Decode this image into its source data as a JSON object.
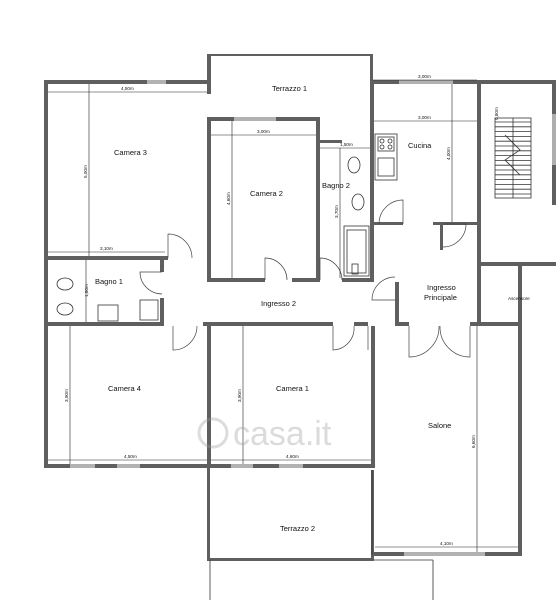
{
  "rooms": {
    "terrazzo1": "Terrazzo 1",
    "camera3": "Camera 3",
    "camera2": "Camera 2",
    "bagno2": "Bagno 2",
    "cucina": "Cucina",
    "bagno1": "Bagno 1",
    "ingresso2": "Ingresso 2",
    "ingresso_principale_1": "Ingresso",
    "ingresso_principale_2": "Principale",
    "ascensore": "Ascensore",
    "camera4": "Camera 4",
    "camera1": "Camera 1",
    "salone": "Salone",
    "terrazzo2": "Terrazzo 2"
  },
  "dimensions": {
    "cucina_top": "3,00m",
    "cucina_inner": "3,00m",
    "cucina_height": "4,00m",
    "camera3_top": "4,50m",
    "camera3_height": "5,00m",
    "camera3_bottom": "3,10m",
    "camera2_top": "3,00m",
    "camera2_height": "4,60m",
    "bagno2_top": "1,50m",
    "bagno2_height": "3,70m",
    "bagno1_height": "1,80m",
    "camera4_height": "3,90m",
    "camera4_bottom": "4,50m",
    "camera1_height": "3,90m",
    "camera1_bottom": "4,60m",
    "salone_height": "6,60m",
    "salone_bottom": "4,10m",
    "stair_label": "0,80m"
  },
  "watermark": "casa.it"
}
